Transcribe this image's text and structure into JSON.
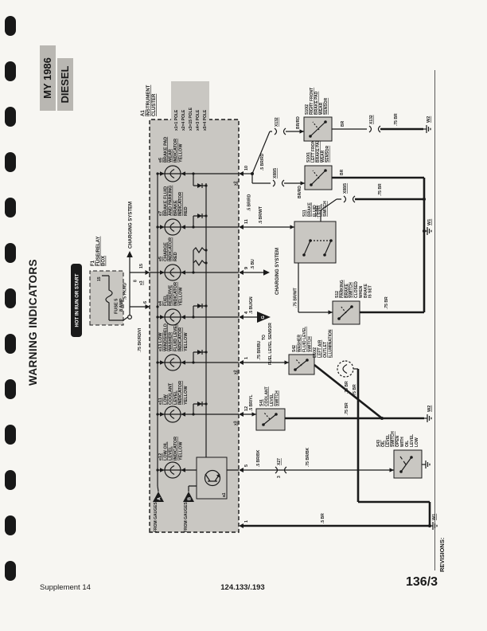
{
  "colors": {
    "paper": "#f7f6f2",
    "ink": "#1a1a1a",
    "panel_gray": "#c9c7c2",
    "tag_gray": "#b9b7b2"
  },
  "page": {
    "model_year": "MY 1986",
    "engine": "DIESEL",
    "title": "WARNING INDICATORS",
    "revisions": "REVISIONS:",
    "supplement": "Supplement 14",
    "chassis": "124.133/.193",
    "page_number": "136/3"
  },
  "cluster": {
    "name_lines": [
      "A1",
      "INSTRUMENT",
      "CLUSTER"
    ],
    "poles": [
      "x1=1 POLE",
      "x2=4 POLE",
      "x3=15 POLE",
      "x4=3 POLE",
      "x5=4 POLE"
    ],
    "hot": "HOT IN RUN OR START",
    "from_gauges": "FROM GAUGES",
    "marker_a": "A",
    "marker_b": "B",
    "amplifier": "a1",
    "lamps": [
      {
        "lines": [
          "e12",
          "LOW OIL",
          "LEVEL",
          "INDICATOR"
        ],
        "color": "YELLOW"
      },
      {
        "lines": [
          "e11",
          "LOW",
          "COOLANT",
          "LEVEL",
          "INDICATOR"
        ],
        "color": "YELLOW"
      },
      {
        "lines": [
          "e13 LOW",
          "WINDSHIELD",
          "WASHER",
          "FLUID LEVEL",
          "INDICATOR"
        ],
        "color": "YELLOW"
      },
      {
        "lines": [
          "e4",
          "FUEL",
          "RESERVE",
          "INDICATOR"
        ],
        "color": "YELLOW"
      },
      {
        "lines": [
          "e5",
          "CHARGE",
          "INDICATOR"
        ],
        "color": "RED"
      },
      {
        "lines": [
          "e7",
          "BRAKE FLUID",
          "AND PARKING",
          "BRAKE",
          "INDICATOR"
        ],
        "color": "RED"
      },
      {
        "lines": [
          "e6",
          "BRAKE PAD",
          "WEAR",
          "INDICATOR"
        ],
        "color": "YELLOW"
      }
    ]
  },
  "fuse": {
    "label_lines": [
      "F1",
      "FUSE/RELAY",
      "BOX"
    ],
    "name": "FUSE 5",
    "rating": "8 AMP",
    "terminal": "15"
  },
  "terminals": {
    "t6": "6",
    "t8": "8",
    "t15": "15",
    "x3": "x3",
    "t5": "5",
    "t12": "12",
    "t1_right": "1",
    "x2": "x2",
    "t4": "4",
    "t9": "9",
    "t11": "11",
    "t10": "10",
    "t1_bottom": "1",
    "x27_pin": "3"
  },
  "wires": {
    "pk_rd": ".5 PK/RD",
    "bk_rd_vi": ".75 BK/RD/VI",
    "br_bk": ".5 BR/BK",
    "br_bk_75": ".75 BR/BK",
    "br_yl": ".5 BR/YL",
    "br_bu_75": ".75 BR/BU",
    "bu_gn": ".5 BU/GN",
    "bu": ".5 BU",
    "br_wt": ".5 BR/WT",
    "br_wt_75": ".75 BR/WT",
    "br_rd": ".5 BR/RD",
    "brrd": "BR/RD",
    "br": "BR",
    "br_75": ".75 BR",
    "br_5": ".5 BR"
  },
  "connectors": {
    "x132": "X132",
    "x88_5": "X88/5",
    "x27": "X27"
  },
  "links": {
    "charging": "CHARGING SYSTEM",
    "fuel_marker": "G",
    "to": "TO",
    "fuel": "FUEL LEVEL SENSOR"
  },
  "grounds": {
    "w1": "W1",
    "w2": "W2"
  },
  "components": {
    "s10_2": {
      "lines": [
        "S10/2",
        "RIGHT FRONT",
        "BRAKE PAD",
        "WEAR",
        "SENSOR"
      ]
    },
    "s10_1": {
      "lines": [
        "S10/1",
        "LEFT FRONT",
        "BRAKE PAD",
        "WEAR",
        "SENSOR"
      ]
    },
    "s11": {
      "lines": [
        "S11",
        "BRAKE",
        "FLUID",
        "LEVEL",
        "SWITCH"
      ]
    },
    "s12": {
      "lines": [
        "S12",
        "PARKING",
        "BRAKE",
        "SWITCH"
      ],
      "note": [
        "CLOSED",
        "WHEN",
        "BRAKE",
        "IS SET"
      ]
    },
    "s42": {
      "lines": [
        "S42",
        "WASHER",
        "FLUID LEVEL",
        "SWITCH"
      ]
    },
    "s41": {
      "lines": [
        "S41",
        "COOLANT",
        "LEVEL",
        "SWITCH"
      ]
    },
    "s43": {
      "lines": [
        "S43",
        "OIL",
        "LEVEL",
        "SWITCH"
      ],
      "note": [
        "OPEN",
        "WITH",
        "OIL",
        "LEVEL",
        "LOW"
      ]
    },
    "e10_2": {
      "lines": [
        "E10/2",
        "LEFT AIR",
        "OUTLET",
        "ILLUMINATION"
      ]
    }
  }
}
